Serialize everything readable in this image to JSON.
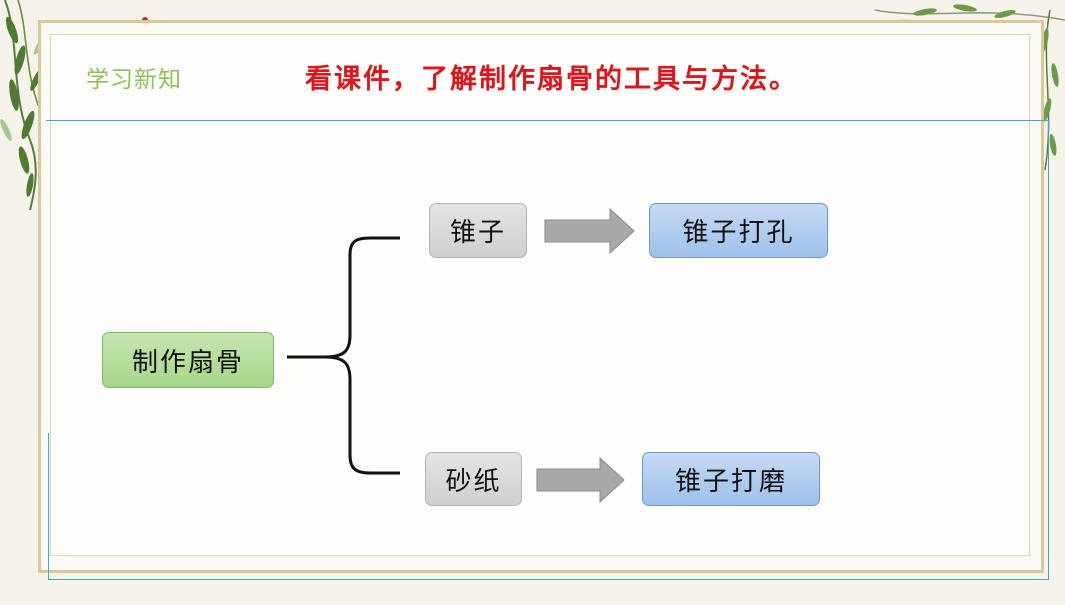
{
  "header": {
    "section_label": "学习新知",
    "title": "看课件，了解制作扇骨的工具与方法。"
  },
  "diagram": {
    "root": "制作扇骨",
    "branches": [
      {
        "tool": "锥子",
        "method": "锥子打孔"
      },
      {
        "tool": "砂纸",
        "method": "锥子打磨"
      }
    ]
  },
  "colors": {
    "title": "#e0141b",
    "section_label": "#8fbf5a",
    "root_fill": "#b5dd9b",
    "tool_fill": "#d9d9d9",
    "method_fill": "#b1cdef",
    "arrow_fill": "#a9a9a9"
  }
}
